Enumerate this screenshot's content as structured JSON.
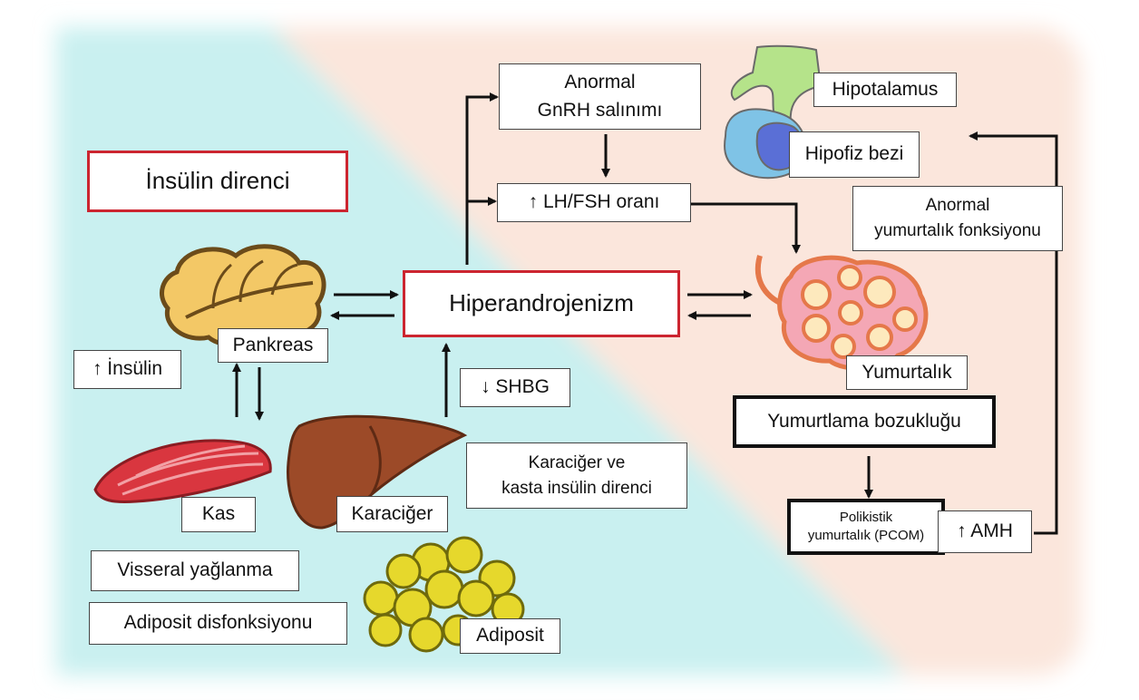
{
  "colors": {
    "left_bg": "#c9f0f0",
    "right_bg": "#fbe6dc",
    "accent_red": "#cc2530",
    "arrow": "#111111"
  },
  "diagram": {
    "title": "İnsülin direnci",
    "central": "Hiperandrojenizm",
    "labels": {
      "gnrh": "Anormal\nGnRH salınımı",
      "lh_fsh": "↑ LH/FSH oranı",
      "hipotalamus": "Hipotalamus",
      "hipofiz": "Hipofiz bezi",
      "anormal_yumurtalik": "Anormal\nyumurtalık fonksiyonu",
      "pankreas": "Pankreas",
      "insulin": "↑ İnsülin",
      "shbg": "↓ SHBG",
      "yumurtalik": "Yumurtalık",
      "yumurtlama": "Yumurtlama bozukluğu",
      "karaciger_kas": "Karaciğer ve\nkasta insülin direnci",
      "kas": "Kas",
      "karaciger": "Karaciğer",
      "visseral": "Visseral yağlanma",
      "adiposit_dis": "Adiposit disfonksiyonu",
      "adiposit": "Adiposit",
      "pcom": "Polikistik\nyumurtalık (PCOM)",
      "amh": "↑ AMH"
    },
    "icons": [
      "brain-organ-icon",
      "pituitary-icon",
      "pancreas-icon",
      "ovary-icon",
      "muscle-icon",
      "liver-icon",
      "adipocyte-icon"
    ]
  }
}
